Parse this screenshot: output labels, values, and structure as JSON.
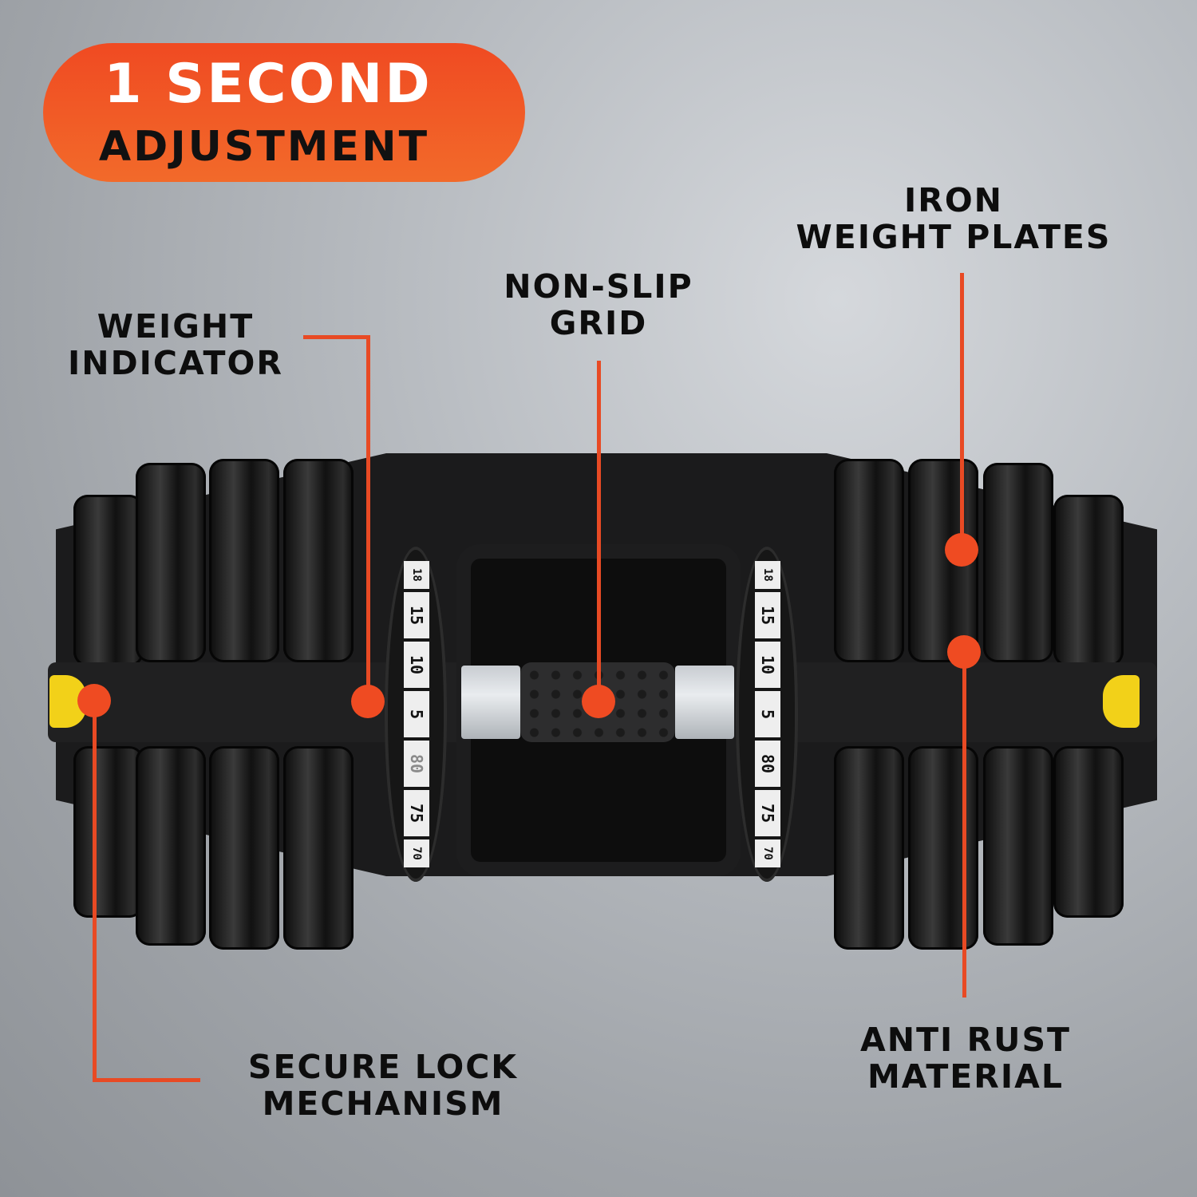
{
  "badge": {
    "line1": "1 SECOND",
    "line2": "ADJUSTMENT",
    "color": "#f0522a"
  },
  "callouts": [
    {
      "id": "iron-weight-plates",
      "line1": "IRON",
      "line2": "WEIGHT PLATES"
    },
    {
      "id": "non-slip-grid",
      "line1": "NON-SLIP",
      "line2": "GRID"
    },
    {
      "id": "weight-indicator",
      "line1": "WEIGHT",
      "line2": "INDICATOR"
    },
    {
      "id": "secure-lock-mechanism",
      "line1": "SECURE LOCK",
      "line2": "MECHANISM"
    },
    {
      "id": "anti-rust-material",
      "line1": "ANTI RUST",
      "line2": "MATERIAL"
    }
  ],
  "dials": {
    "left": [
      "18",
      "15",
      "10",
      "5",
      "80",
      "75",
      "70"
    ],
    "right": [
      "18",
      "15",
      "10",
      "5",
      "80",
      "75",
      "70"
    ]
  },
  "colors": {
    "accent": "#ef4b22",
    "lock": "#f2d119",
    "background": "#b9bdc2"
  }
}
